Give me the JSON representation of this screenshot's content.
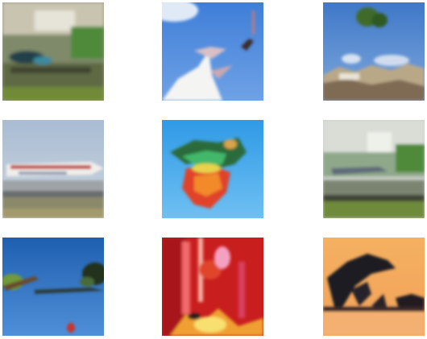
{
  "images": [
    {
      "name": "tile-bird-on-branch-green",
      "subject": "bird-scene"
    },
    {
      "name": "tile-white-bird-in-flight",
      "subject": "bird-sky"
    },
    {
      "name": "tile-tree-over-rocky-cliff",
      "subject": "landscape-sky"
    },
    {
      "name": "tile-airplane-on-runway",
      "subject": "airplane"
    },
    {
      "name": "tile-colorful-blob-on-blue",
      "subject": "abstract"
    },
    {
      "name": "tile-plane-over-grass",
      "subject": "airplane-field"
    },
    {
      "name": "tile-dark-blue-bird-silhouette",
      "subject": "bird-branch"
    },
    {
      "name": "tile-red-fire-scene",
      "subject": "abstract-red"
    },
    {
      "name": "tile-black-bird-on-orange-sky",
      "subject": "silhouette-sunset"
    }
  ]
}
